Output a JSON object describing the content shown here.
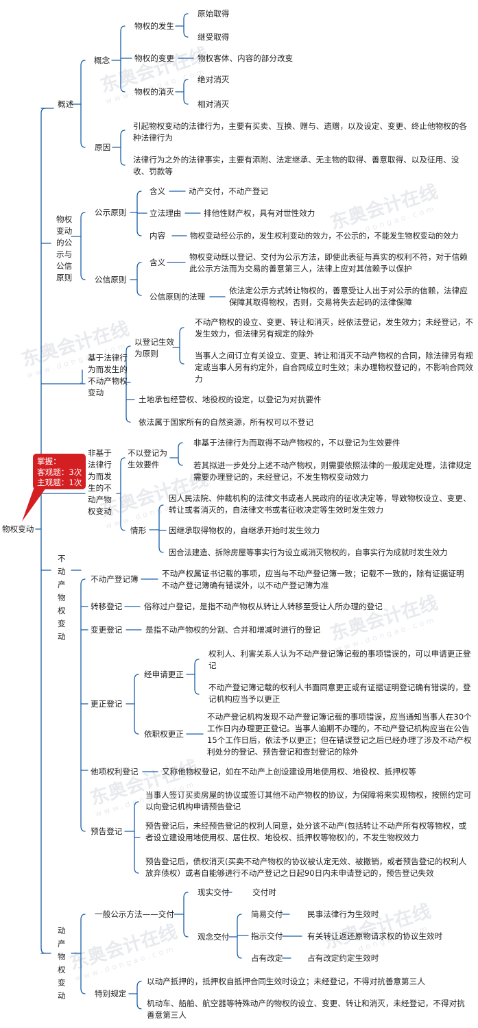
{
  "callout": {
    "line1": "掌握：",
    "line2": "客观题：3次",
    "line3": "主观题：1次",
    "color": "#d31e22"
  },
  "watermark": {
    "text": "东奥会计在线",
    "sub": "www.dongao.com"
  },
  "root": "物权变动",
  "n": {
    "gaishu": "概述",
    "gainian": "概念",
    "fasheng": "物权的发生",
    "yuanshi": "原始取得",
    "jishou": "继受取得",
    "biangeng": "物权的变更",
    "biangeng_d": "物权客体、内容的部分改变",
    "xiaomie": "物权的消灭",
    "juedui": "绝对消灭",
    "xiangdui": "相对消灭",
    "yuanyin": "原因",
    "yuanyin1": "引起物权变动的法律行为，主要有买卖、互换、赠与、遗赠，以及设定、变更、终止他物权的各种法律行为",
    "yuanyin2": "法律行为之外的法律事实，主要有添附、法定继承、无主物的取得、善意取得、以及征用、没收、罚款等",
    "gongshi_gongxin": "物权变动的公示与公信原则",
    "gongshi": "公示原则",
    "gs_hanyi": "含义",
    "gs_hanyi_d": "动产交付，不动产登记",
    "gs_liyou": "立法理由",
    "gs_liyou_d": "排他性财产权，具有对世性效力",
    "gs_neirong": "内容",
    "gs_neirong_d": "物权变动经公示的，发生权利变动的效力，不公示的，不能发生物权变动的效力",
    "gongxin": "公信原则",
    "gx_hanyi": "含义",
    "gx_hanyi_d": "物权变动既以登记、交付为公示方法，即使此表征与真实的权利不符，对于信赖此公示方法而为交易的善意第三人，法律上应对其信赖予以保护",
    "gx_fali": "公信原则的法理",
    "gx_fali_d": "依法定公示方式转让物权的，善意受让人出于对公示的信赖，法律应保障其取得物权，否则，交易将失去起码的法律保障",
    "jiyu": "基于法律行为而发生的不动产物权变动",
    "dengji_shengxiao": "以登记生效为原则",
    "ds1": "不动产物权的设立、变更、转让和消灭，经依法登记，发生效力；未经登记，不发生效力，但法律另有规定的除外",
    "ds2": "当事人之间订立有关设立、变更、转让和消灭不动产物权的合同，除法律另有规定或当事人另有约定外，自合同成立时生效；未办理物权登记的，不影响合同效力",
    "tudi": "土地承包经营权、地役权的设定，以登记为对抗要件",
    "guojia": "依法属于国家所有的自然资源，所有权可以不登记",
    "feijiyu": "非基于法律行为而发生的不动产物权变动",
    "bu_yidengji": "不以登记为生效要件",
    "bd1": "非基于法律行为而取得不动产物权的，不以登记为生效要件",
    "bd2": "若其拟进一步处分上述不动产物权，则需要依照法律的一般规定处理，法律规定需要办理登记的，未经登记，不发生物权变动效力",
    "qingxing": "情形",
    "qx1": "因人民法院、仲裁机构的法律文书或者人民政府的征收决定等，导致物权设立、变更、转让或者消灭的，自法律文书或者征收决定等生效时发生效力",
    "qx2": "因继承取得物权的，自继承开始时发生效力",
    "qx3": "因合法建造、拆除房屋等事实行为设立或消灭物权的，自事实行为成就时发生效力",
    "budongchan": "不动产物权变动",
    "dengjibu": "不动产登记簿",
    "dengjibu_d": "不动产权属证书记载的事项，应当与不动产登记簿一致；记载不一致的，除有证据证明不动产登记簿确有错误外，以不动产登记簿为准",
    "zhuanyi": "转移登记",
    "zhuanyi_d": "俗称过户登记，是指不动产物权从转让人转移至受让人所办理的登记",
    "biangeng_dj": "变更登记",
    "biangeng_dj_d": "是指不动产物权的分割、合并和增减时进行的登记",
    "gengzheng": "更正登记",
    "jing_shenqing": "经申请更正",
    "jsq1": "权利人、利害关系人认为不动产登记簿记载的事项错误的，可以申请更正登记",
    "jsq2": "不动产登记簿记载的权利人书面同意更正或有证据证明登记确有错误的，登记机构应当予以更正",
    "yi_zhiquan": "依职权更正",
    "yzq_d": "不动产登记机构发现不动产登记簿记载的事项错误，应当通知当事人在30个工作日内办理更正登记。当事人逾期不办理的，不动产登记机构应当在公告15个工作日后，依法予以更正；但在错误登记之后已经办理了涉及不动产权利处分的登记、预告登记和查封登记的除外",
    "taxiang": "他项权利登记",
    "taxiang_d": "又称他物权登记，如在不动产上创设建设用地使用权、地役权、抵押权等",
    "yugao": "预告登记",
    "yg1": "当事人签订买卖房屋的协议或签订其他不动产物权的协议，为保障将来实现物权，按照约定可以向登记机构申请预告登记",
    "yg2": "预告登记后，未经预告登记的权利人同意，处分该不动产(包括转让不动产所有权等物权，或者设立建设用地使用权、居住权、地役权、抵押权等物权)的，不发生物权效力",
    "yg3": "预告登记后，债权消灭(买卖不动产物权的协议被认定无效、被撤销，或者预告登记的权利人放弃债权）或者自能够进行不动产登记之日起90日内未申请登记的，预告登记失效",
    "dongchan": "动产物权变动",
    "yiban": "一般公示方法——交付",
    "xianshi": "现实交付",
    "xianshi_d": "交付时",
    "guannian": "观念交付",
    "jianyi": "简易交付",
    "jianyi_d": "民事法律行为生效时",
    "zhishi": "指示交付",
    "zhishi_d": "有关转让返还原物请求权的协议生效时",
    "zhanyou": "占有改定",
    "zhanyou_d": "占有改定约定生效时",
    "teshu": "特别规定",
    "ts1": "以动产抵押的，抵押权自抵押合同生效时设立；未经登记，不得对抗善意第三人",
    "ts2": "机动车、船舶、航空器等特殊动产的物权的设立、变更、转让和消灭，未经登记，不得对抗善意第三人"
  },
  "colors": {
    "line": "#1a5ea8",
    "text": "#1e1e1e",
    "watermark": "#e8eaee"
  }
}
